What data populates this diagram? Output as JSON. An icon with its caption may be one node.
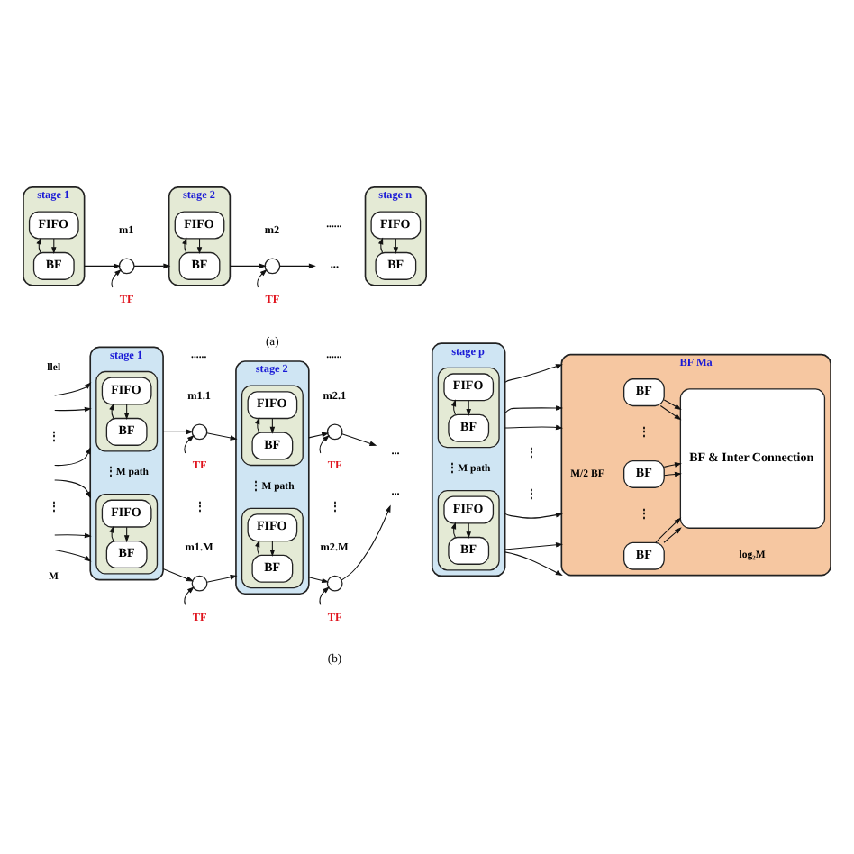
{
  "diagram": {
    "nodes": [
      {
        "text": [
          "stage 1"
        ]
      },
      {
        "text": [
          "FIFO"
        ],
        "in": 0
      },
      {
        "text": [
          "BF"
        ],
        "in": 0
      },
      {
        "text": [],
        "shape": "circle",
        "beside": [
          "m1"
        ]
      },
      {
        "text": [
          "TF"
        ]
      },
      {
        "text": [
          "stage 2"
        ]
      },
      {
        "text": [
          "FIFO"
        ],
        "in": 5
      },
      {
        "text": [
          "BF"
        ],
        "in": 5
      },
      {
        "text": [],
        "shape": "circle",
        "beside": [
          "m2"
        ]
      },
      {
        "text": [
          "TF"
        ]
      },
      {
        "text": [
          "..."
        ]
      },
      {
        "text": [
          "stage n"
        ]
      },
      {
        "text": [
          "FIFO"
        ],
        "in": 11
      },
      {
        "text": [
          "BF"
        ],
        "in": 11
      },
      {
        "text": [
          "stage 1"
        ]
      },
      {
        "text": [],
        "shape": "box",
        "in": 14
      },
      {
        "text": [
          "FIFO"
        ],
        "in": 15
      },
      {
        "text": [
          "BF"
        ],
        "in": 15
      },
      {
        "text": [],
        "shape": "box",
        "in": 14
      },
      {
        "text": [
          "FIFO"
        ],
        "in": 18
      },
      {
        "text": [
          "BF"
        ],
        "in": 18
      },
      {
        "text": [],
        "shape": "circle",
        "beside": [
          "m1.1"
        ]
      },
      {
        "text": [
          "TF"
        ]
      },
      {
        "text": [],
        "shape": "circle",
        "beside": [
          "m1.M"
        ]
      },
      {
        "text": [
          "TF"
        ]
      },
      {
        "text": [
          "stage 2"
        ]
      },
      {
        "text": [],
        "shape": "box",
        "in": 25
      },
      {
        "text": [
          "FIFO"
        ],
        "in": 26
      },
      {
        "text": [
          "BF"
        ],
        "in": 26
      },
      {
        "text": [],
        "shape": "box",
        "in": 25
      },
      {
        "text": [
          "FIFO"
        ],
        "in": 29
      },
      {
        "text": [
          "BF"
        ],
        "in": 29
      },
      {
        "text": [],
        "shape": "circle",
        "beside": [
          "m2.1"
        ]
      },
      {
        "text": [
          "TF"
        ]
      },
      {
        "text": [],
        "shape": "circle",
        "beside": [
          "m2.M"
        ]
      },
      {
        "text": [
          "TF"
        ]
      },
      {
        "text": [
          "..."
        ]
      },
      {
        "text": [
          "..."
        ]
      },
      {
        "text": [
          "stage p"
        ]
      },
      {
        "text": [],
        "shape": "box",
        "in": 38
      },
      {
        "text": [
          "FIFO"
        ],
        "in": 39
      },
      {
        "text": [
          "BF"
        ],
        "in": 39
      },
      {
        "text": [],
        "shape": "box",
        "in": 38
      },
      {
        "text": [
          "FIFO"
        ],
        "in": 42
      },
      {
        "text": [
          "BF"
        ],
        "in": 42
      },
      {
        "text": [
          "BF Ma"
        ]
      },
      {
        "text": [
          "BF"
        ],
        "in": 45
      },
      {
        "text": [
          "BF"
        ],
        "in": 45
      },
      {
        "text": [
          "BF"
        ],
        "in": 45
      },
      {
        "text": [
          "BF & Inter Connection"
        ],
        "in": 45
      }
    ],
    "edges": [
      {
        "from": 1,
        "to": 2,
        "arrow": "to"
      },
      {
        "from": 2,
        "to": 1,
        "arrow": "to"
      },
      {
        "from": 0,
        "to": 3,
        "arrow": "to"
      },
      {
        "from": 4,
        "to": 3,
        "arrow": "to"
      },
      {
        "from": 3,
        "to": 5,
        "arrow": "to"
      },
      {
        "from": 6,
        "to": 7,
        "arrow": "to"
      },
      {
        "from": 7,
        "to": 6,
        "arrow": "to"
      },
      {
        "from": 5,
        "to": 8,
        "arrow": "to"
      },
      {
        "from": 9,
        "to": 8,
        "arrow": "to"
      },
      {
        "from": 8,
        "to": 10,
        "arrow": "to"
      },
      {
        "from": 12,
        "to": 13,
        "arrow": "to"
      },
      {
        "from": 13,
        "to": 12,
        "arrow": "to"
      },
      {
        "from": null,
        "to": 14,
        "arrow": "to"
      },
      {
        "from": null,
        "to": 14,
        "arrow": "to"
      },
      {
        "from": null,
        "to": 14,
        "arrow": "to"
      },
      {
        "from": null,
        "to": 14,
        "arrow": "to"
      },
      {
        "from": null,
        "to": 14,
        "arrow": "to"
      },
      {
        "from": null,
        "to": 14,
        "arrow": "to"
      },
      {
        "from": 16,
        "to": 17,
        "arrow": "to"
      },
      {
        "from": 17,
        "to": 16,
        "arrow": "to"
      },
      {
        "from": 19,
        "to": 20,
        "arrow": "to"
      },
      {
        "from": 20,
        "to": 19,
        "arrow": "to"
      },
      {
        "from": 14,
        "to": 21,
        "arrow": "to"
      },
      {
        "from": 22,
        "to": 21,
        "arrow": "to"
      },
      {
        "from": 14,
        "to": 23,
        "arrow": "to"
      },
      {
        "from": 24,
        "to": 23,
        "arrow": "to"
      },
      {
        "from": 21,
        "to": 25,
        "arrow": "to"
      },
      {
        "from": 23,
        "to": 25,
        "arrow": "to"
      },
      {
        "from": 27,
        "to": 28,
        "arrow": "to"
      },
      {
        "from": 28,
        "to": 27,
        "arrow": "to"
      },
      {
        "from": 30,
        "to": 31,
        "arrow": "to"
      },
      {
        "from": 31,
        "to": 30,
        "arrow": "to"
      },
      {
        "from": 25,
        "to": 32,
        "arrow": "to"
      },
      {
        "from": 33,
        "to": 32,
        "arrow": "to"
      },
      {
        "from": 25,
        "to": 34,
        "arrow": "to"
      },
      {
        "from": 35,
        "to": 34,
        "arrow": "to"
      },
      {
        "from": 32,
        "to": 36,
        "arrow": "to"
      },
      {
        "from": 34,
        "to": 37,
        "arrow": "to"
      },
      {
        "from": 40,
        "to": 41,
        "arrow": "to"
      },
      {
        "from": 41,
        "to": 40,
        "arrow": "to"
      },
      {
        "from": 43,
        "to": 44,
        "arrow": "to"
      },
      {
        "from": 44,
        "to": 43,
        "arrow": "to"
      },
      {
        "from": 38,
        "to": 45,
        "arrow": "to"
      },
      {
        "from": 38,
        "to": 45,
        "arrow": "to"
      },
      {
        "from": 38,
        "to": 45,
        "arrow": "to"
      },
      {
        "from": 38,
        "to": 45,
        "arrow": "to"
      },
      {
        "from": 38,
        "to": 45,
        "arrow": "to"
      },
      {
        "from": 38,
        "to": 45,
        "arrow": "to"
      },
      {
        "from": 46,
        "to": 49,
        "arrow": "to"
      },
      {
        "from": 46,
        "to": 49,
        "arrow": "to"
      },
      {
        "from": 47,
        "to": 49,
        "arrow": "to"
      },
      {
        "from": 47,
        "to": 49,
        "arrow": "to"
      },
      {
        "from": 48,
        "to": 49,
        "arrow": "to"
      },
      {
        "from": 48,
        "to": 49,
        "arrow": "to"
      }
    ],
    "labels": [
      "......",
      "(a)",
      "llel",
      "......",
      "......",
      "⋮",
      "⋮M path",
      "⋮",
      "⋮M path",
      "⋮",
      "⋮M path",
      "⋮",
      "⋮",
      "M/2 BF",
      "⋮",
      "⋮",
      "⋮",
      "log₂M",
      "M",
      "(b)"
    ]
  }
}
